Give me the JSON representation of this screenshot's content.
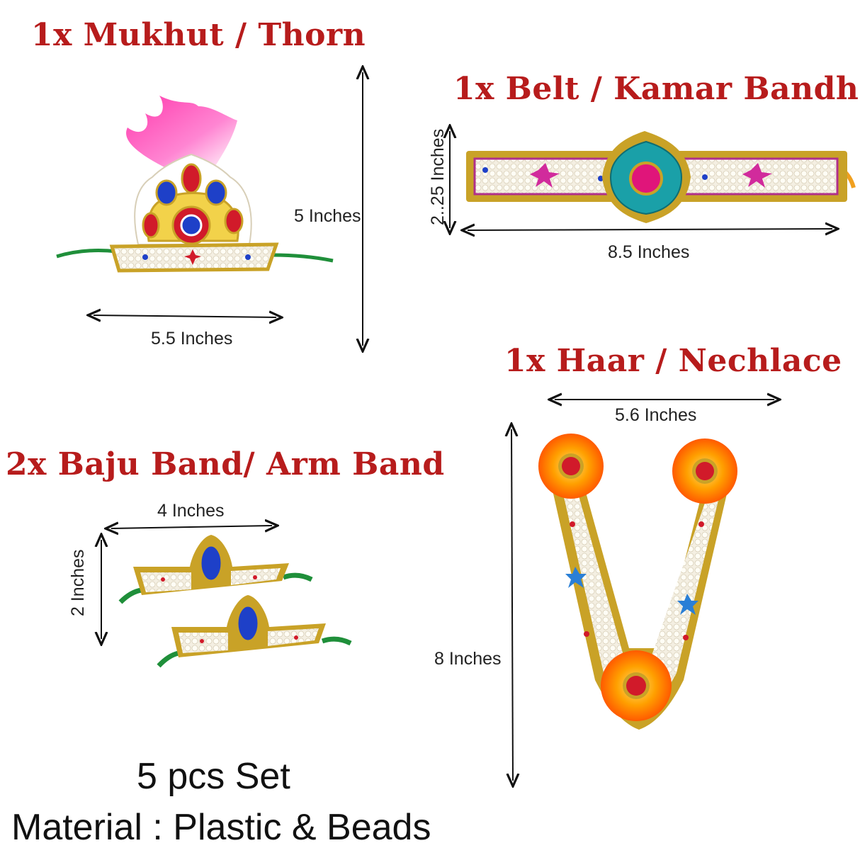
{
  "titles": {
    "mukhut": "1x Mukhut / Thorn",
    "belt": "1x Belt / Kamar Bandh",
    "haar": "1x Haar /  Nechlace",
    "baju": "2x  Baju Band/ Arm Band"
  },
  "dimensions": {
    "mukhut_height": "5 Inches",
    "mukhut_width": "5.5 Inches",
    "belt_height": "2..25  Inches",
    "belt_width": "8.5  Inches",
    "haar_width": "5.6 Inches",
    "haar_height": "8 Inches",
    "baju_width": "4  Inches",
    "baju_height": "2 Inches"
  },
  "footer": {
    "set_count": "5 pcs Set",
    "material": "Material : Plastic & Beads"
  },
  "colors": {
    "title_red": "#b71c1c",
    "gold": "#c9a227",
    "pearl": "#f4efe2",
    "feather_pink": "#ff3fb0",
    "ribbon_green": "#1f8f3a",
    "stone_blue": "#1e40c8",
    "stone_red": "#d11a2a",
    "flower_orange": "#ff8a00"
  }
}
